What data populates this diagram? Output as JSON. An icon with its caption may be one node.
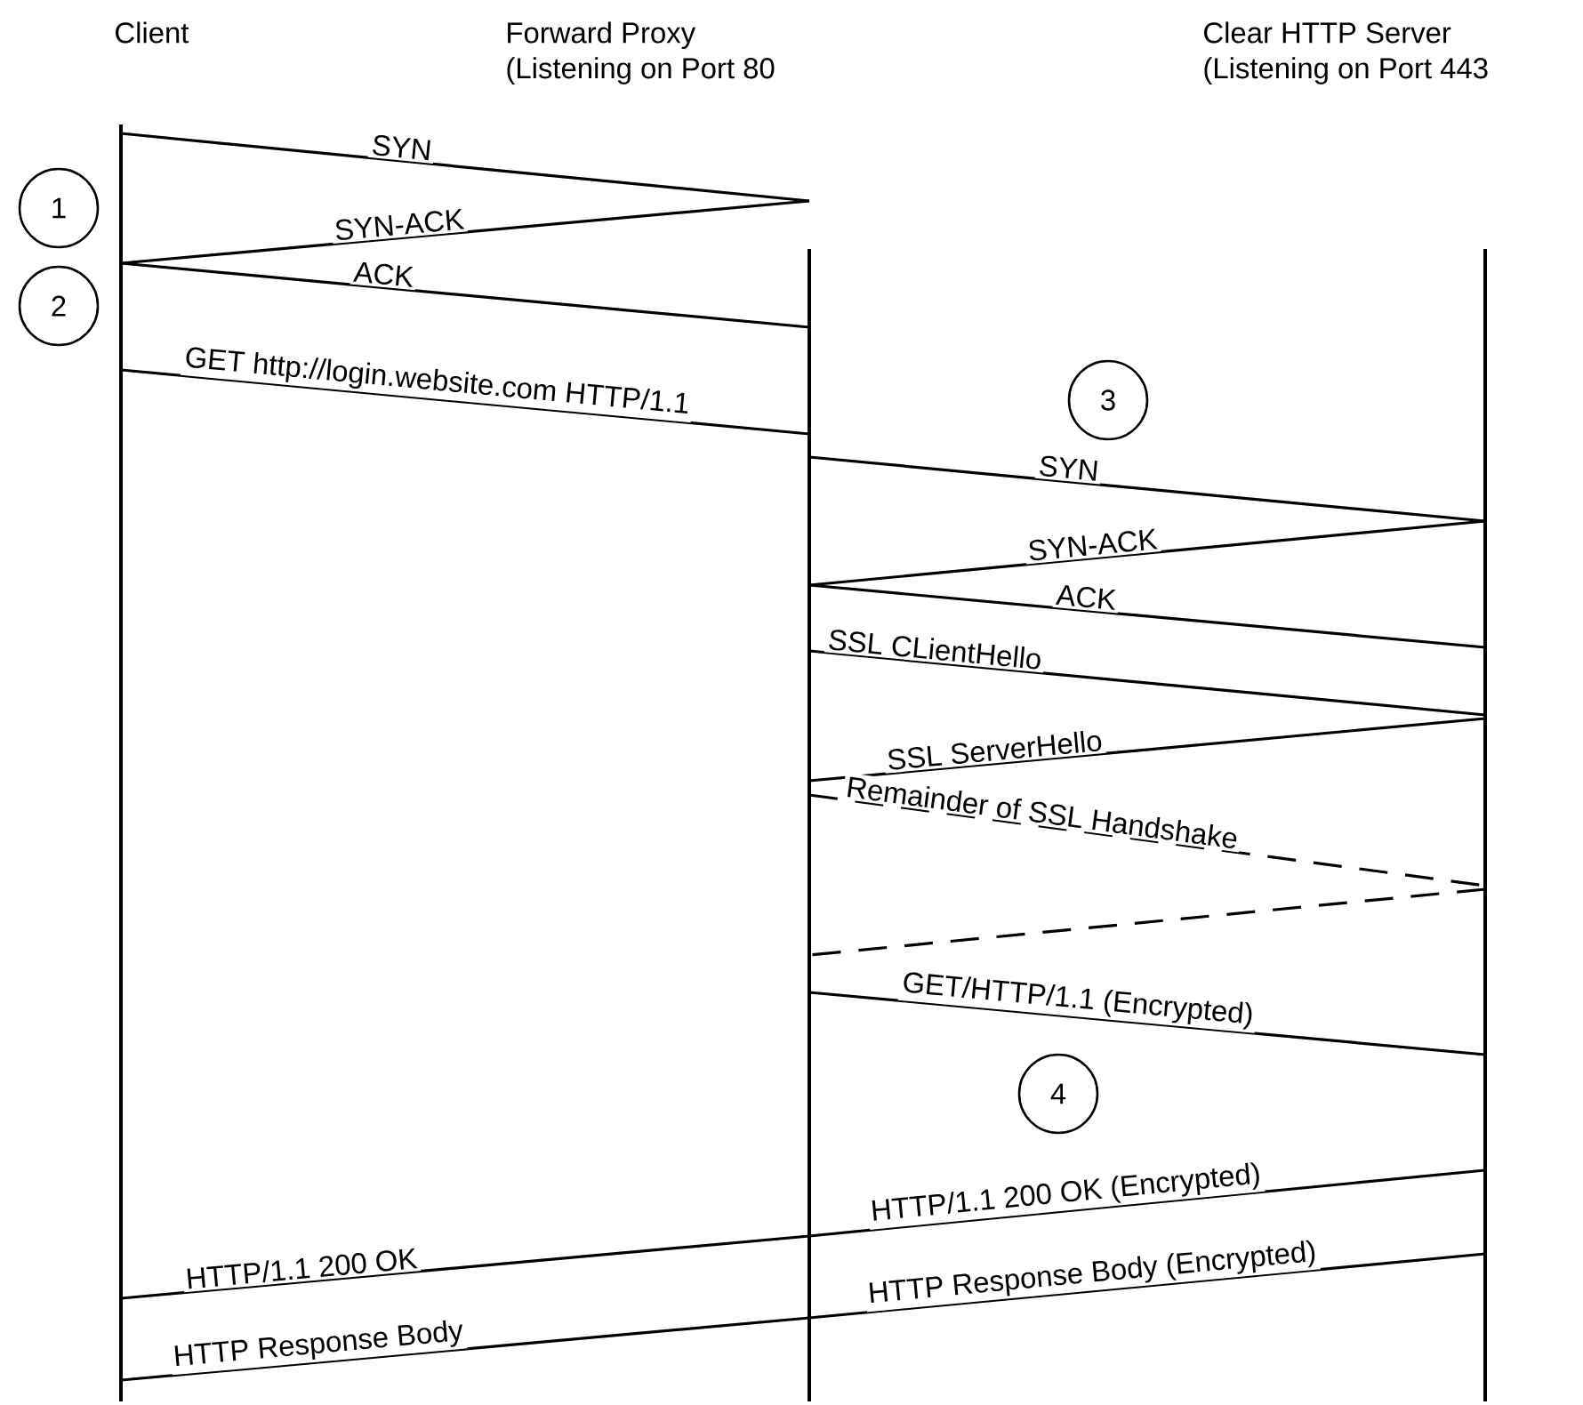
{
  "diagram": {
    "nodes": [
      {
        "text": [
          "Client"
        ]
      },
      {
        "text": [
          "Forward Proxy",
          "(Listening on Port 80"
        ]
      },
      {
        "text": [
          "Clear HTTP Server",
          "(Listening on Port 443"
        ]
      },
      {
        "text": [
          "1"
        ]
      },
      {
        "text": [
          "2"
        ]
      },
      {
        "text": [
          "3"
        ]
      },
      {
        "text": [
          "4"
        ]
      }
    ],
    "edges": [
      {
        "from": 0,
        "to": 1,
        "arrow": "none",
        "label": "SYN"
      },
      {
        "from": 1,
        "to": 0,
        "arrow": "none",
        "label": "SYN-ACK"
      },
      {
        "from": 0,
        "to": 1,
        "arrow": "none",
        "label": "ACK"
      },
      {
        "from": 0,
        "to": 1,
        "arrow": "none",
        "label": "GET http://login.website.com HTTP/1.1"
      },
      {
        "from": 1,
        "to": 2,
        "arrow": "none",
        "label": "SYN"
      },
      {
        "from": 2,
        "to": 1,
        "arrow": "none",
        "label": "SYN-ACK"
      },
      {
        "from": 1,
        "to": 2,
        "arrow": "none",
        "label": "ACK"
      },
      {
        "from": 1,
        "to": 2,
        "arrow": "none",
        "label": "SSL CLientHello"
      },
      {
        "from": 2,
        "to": 1,
        "arrow": "none",
        "label": "SSL ServerHello"
      },
      {
        "from": 1,
        "to": 2,
        "arrow": "none",
        "label": "Remainder of SSL Handshake",
        "style": "dashed"
      },
      {
        "from": 2,
        "to": 1,
        "arrow": "none",
        "style": "dashed"
      },
      {
        "from": 1,
        "to": 2,
        "arrow": "none",
        "label": "GET/HTTP/1.1 (Encrypted)"
      },
      {
        "from": 2,
        "to": 1,
        "arrow": "none",
        "label": "HTTP/1.1 200 OK (Encrypted)"
      },
      {
        "from": 1,
        "to": 0,
        "arrow": "none",
        "label": "HTTP/1.1 200 OK"
      },
      {
        "from": 2,
        "to": 1,
        "arrow": "none",
        "label": "HTTP Response Body (Encrypted)"
      },
      {
        "from": 1,
        "to": 0,
        "arrow": "none",
        "label": "HTTP Response Body"
      }
    ]
  }
}
